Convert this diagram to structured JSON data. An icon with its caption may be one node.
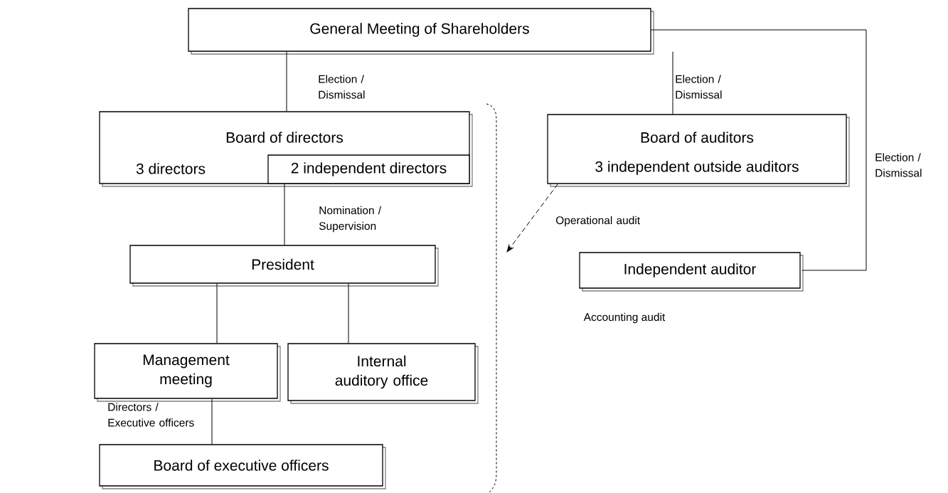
{
  "diagram": {
    "nodes": [
      {
        "text": [
          "General Meeting of Shareholders"
        ]
      },
      {
        "text": [
          "Board of directors",
          "3 directors"
        ]
      },
      {
        "text": [
          "2 independent directors"
        ],
        "in": 1
      },
      {
        "text": [
          "Board of auditors",
          "3 independent outside auditors"
        ]
      },
      {
        "text": [
          "President"
        ]
      },
      {
        "text": [
          "Management meeting"
        ]
      },
      {
        "text": [
          "Internal auditory office"
        ]
      },
      {
        "text": [
          "Board of executive officers"
        ]
      },
      {
        "text": [
          "Independent auditor"
        ],
        "beside": [
          "Accounting audit"
        ]
      },
      {
        "text": [],
        "shape": "bracket"
      }
    ],
    "edges": [
      {
        "from": 0,
        "to": 1,
        "arrow": "none",
        "label": "Election / Dismissal"
      },
      {
        "from": 0,
        "to": 3,
        "arrow": "none",
        "label": "Election / Dismissal"
      },
      {
        "from": 0,
        "to": 8,
        "arrow": "none",
        "label": "Election / Dismissal"
      },
      {
        "from": 3,
        "to": 9,
        "arrow": "to",
        "style": "dashed",
        "label": "Operational audit"
      },
      {
        "from": 1,
        "to": 4,
        "arrow": "none",
        "label": "Nomination / Supervision"
      },
      {
        "from": 4,
        "to": 5,
        "arrow": "none"
      },
      {
        "from": 4,
        "to": 6,
        "arrow": "none"
      },
      {
        "from": 5,
        "to": 7,
        "arrow": "none",
        "label": "Directors / Executive officers"
      }
    ]
  }
}
